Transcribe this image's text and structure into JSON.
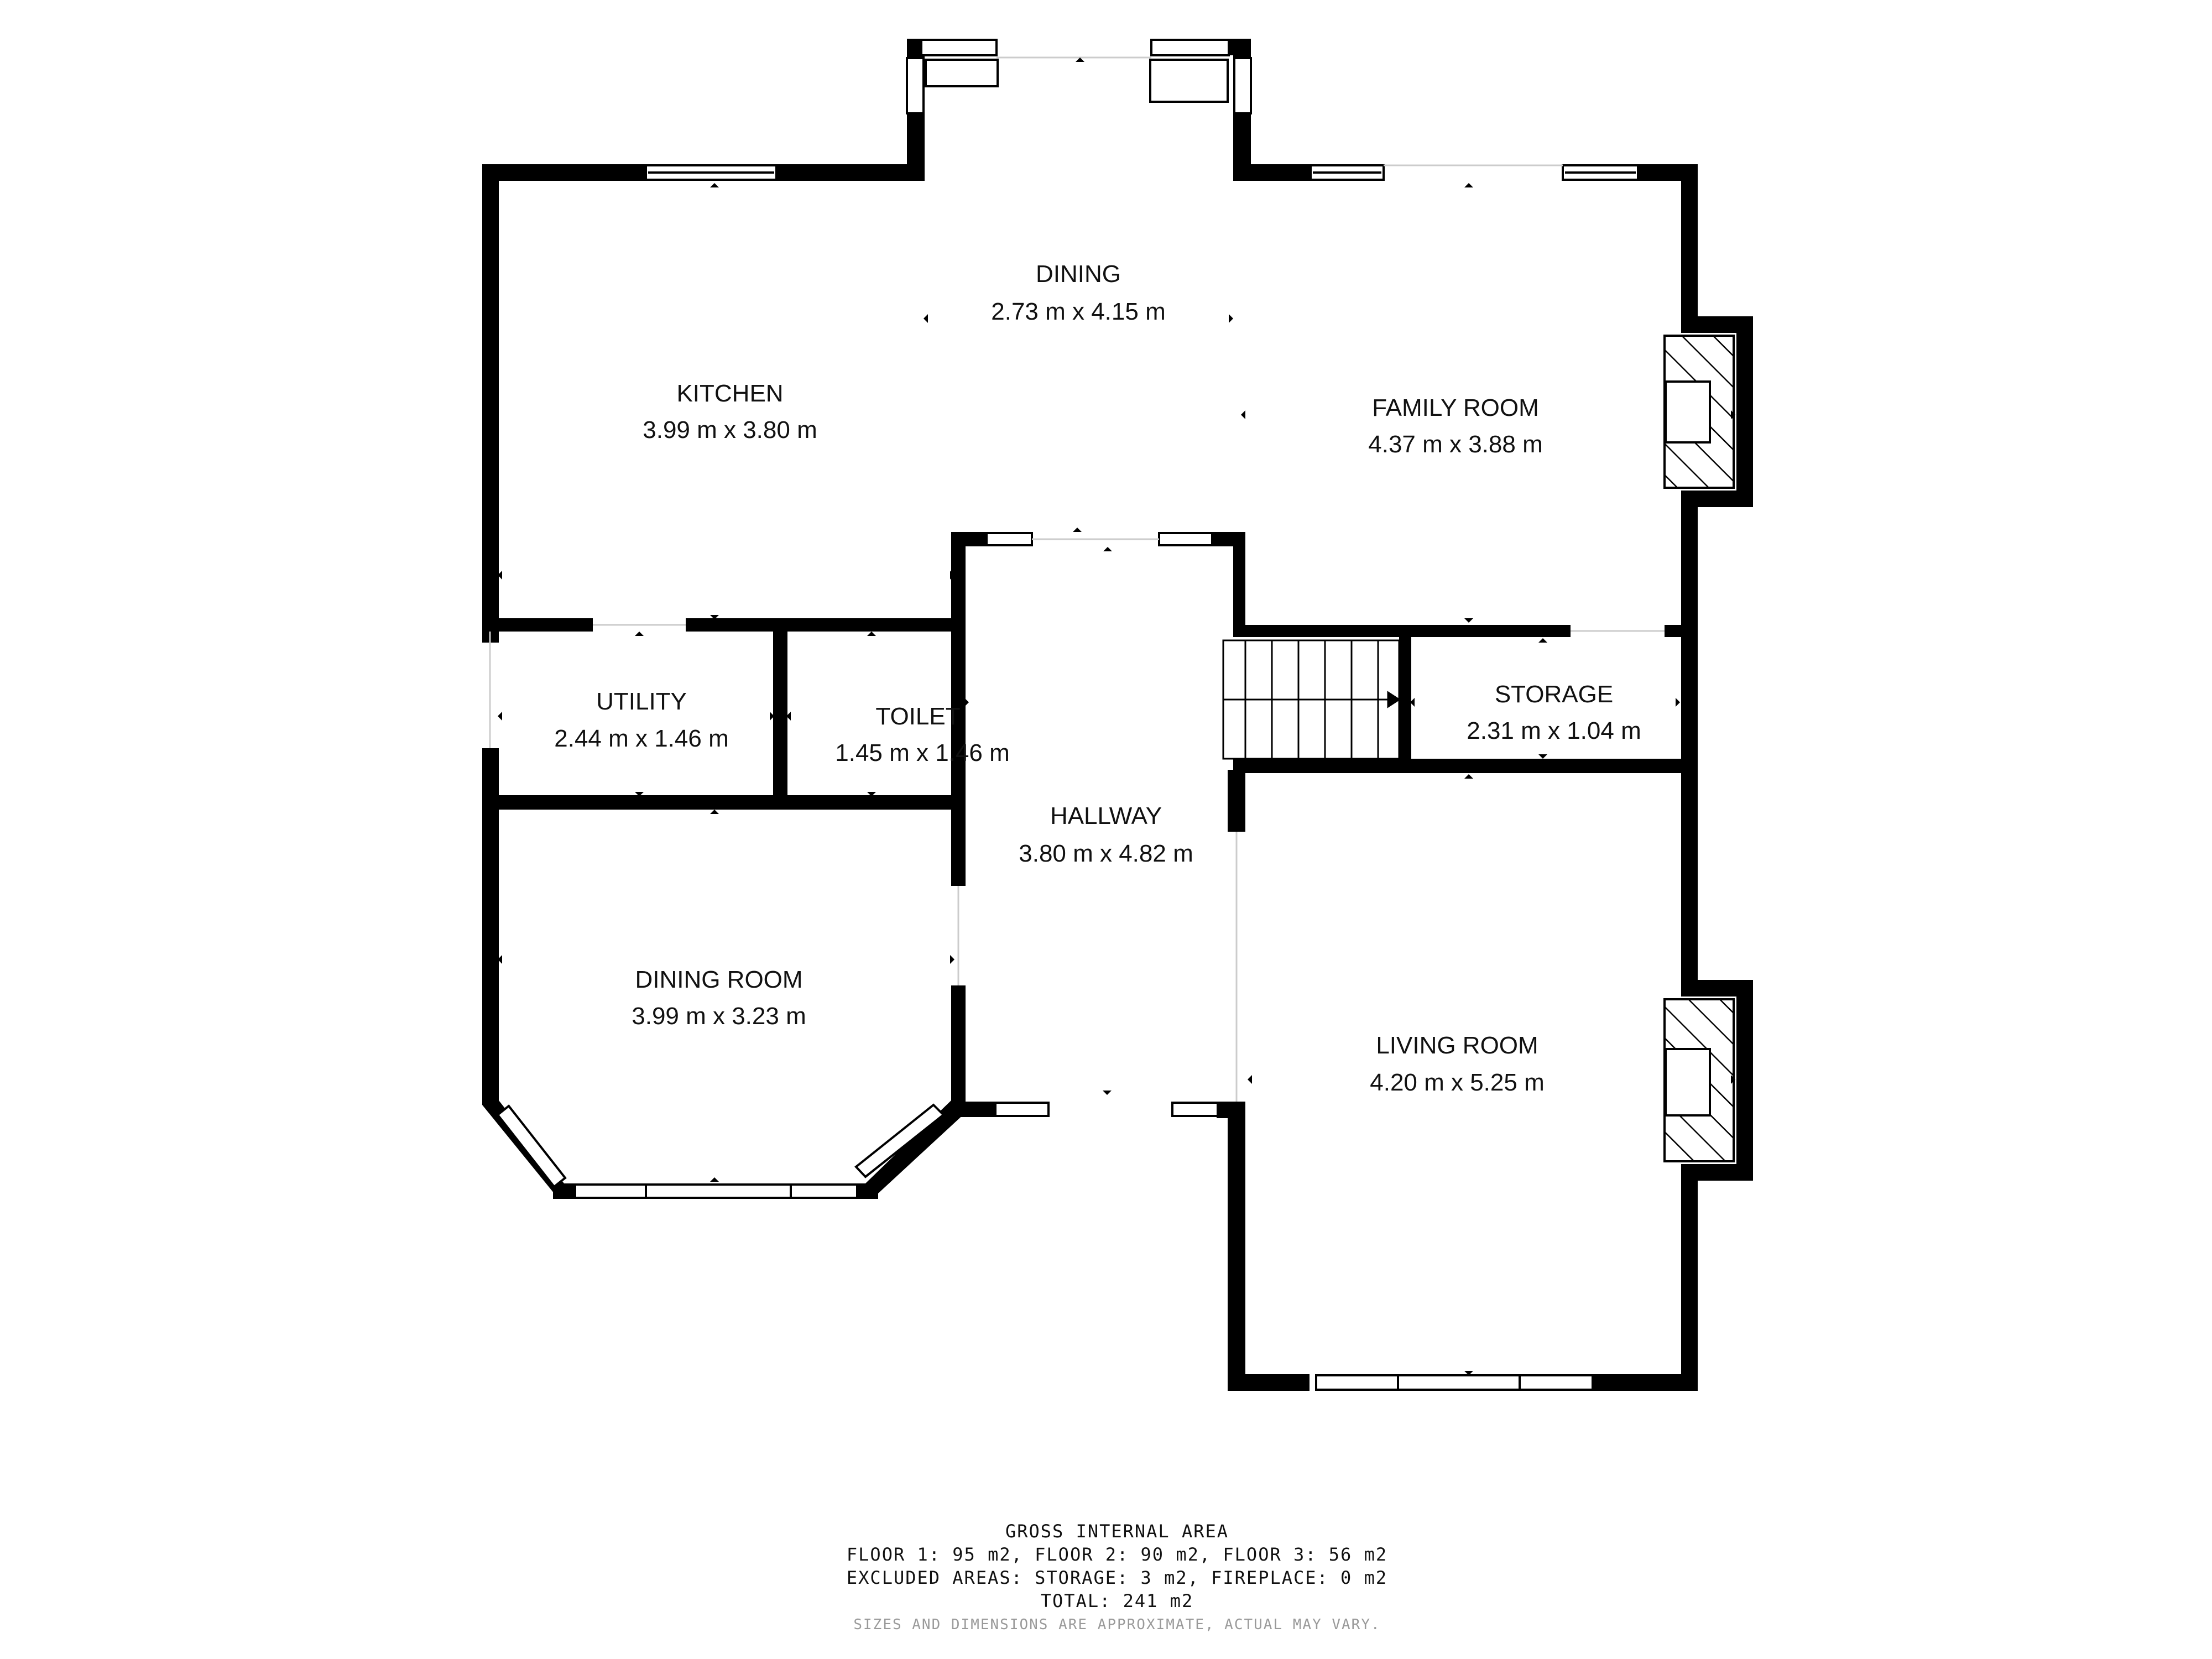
{
  "rooms": {
    "dining": {
      "name": "DINING",
      "dims": "2.73 m x 4.15 m"
    },
    "kitchen": {
      "name": "KITCHEN",
      "dims": "3.99 m x 3.80 m"
    },
    "family_room": {
      "name": "FAMILY ROOM",
      "dims": "4.37 m x 3.88 m"
    },
    "utility": {
      "name": "UTILITY",
      "dims": "2.44 m x 1.46 m"
    },
    "toilet": {
      "name": "TOILET",
      "dims": "1.45 m x 1.46 m"
    },
    "storage": {
      "name": "STORAGE",
      "dims": "2.31 m x 1.04 m"
    },
    "hallway": {
      "name": "HALLWAY",
      "dims": "3.80 m x 4.82 m"
    },
    "dining_room": {
      "name": "DINING ROOM",
      "dims": "3.99 m x 3.23 m"
    },
    "living_room": {
      "name": "LIVING ROOM",
      "dims": "4.20 m x 5.25 m"
    }
  },
  "area_summary": {
    "title": "GROSS INTERNAL AREA",
    "floors": "FLOOR 1: 95 m2, FLOOR 2: 90 m2, FLOOR 3: 56 m2",
    "excluded": "EXCLUDED AREAS: STORAGE: 3 m2, FIREPLACE: 0 m2",
    "total": "TOTAL: 241 m2",
    "disclaimer": "SIZES AND DIMENSIONS ARE APPROXIMATE, ACTUAL MAY VARY."
  },
  "colors": {
    "wall": "#000000",
    "background": "#ffffff",
    "disclaimer": "#9a9a9a"
  }
}
